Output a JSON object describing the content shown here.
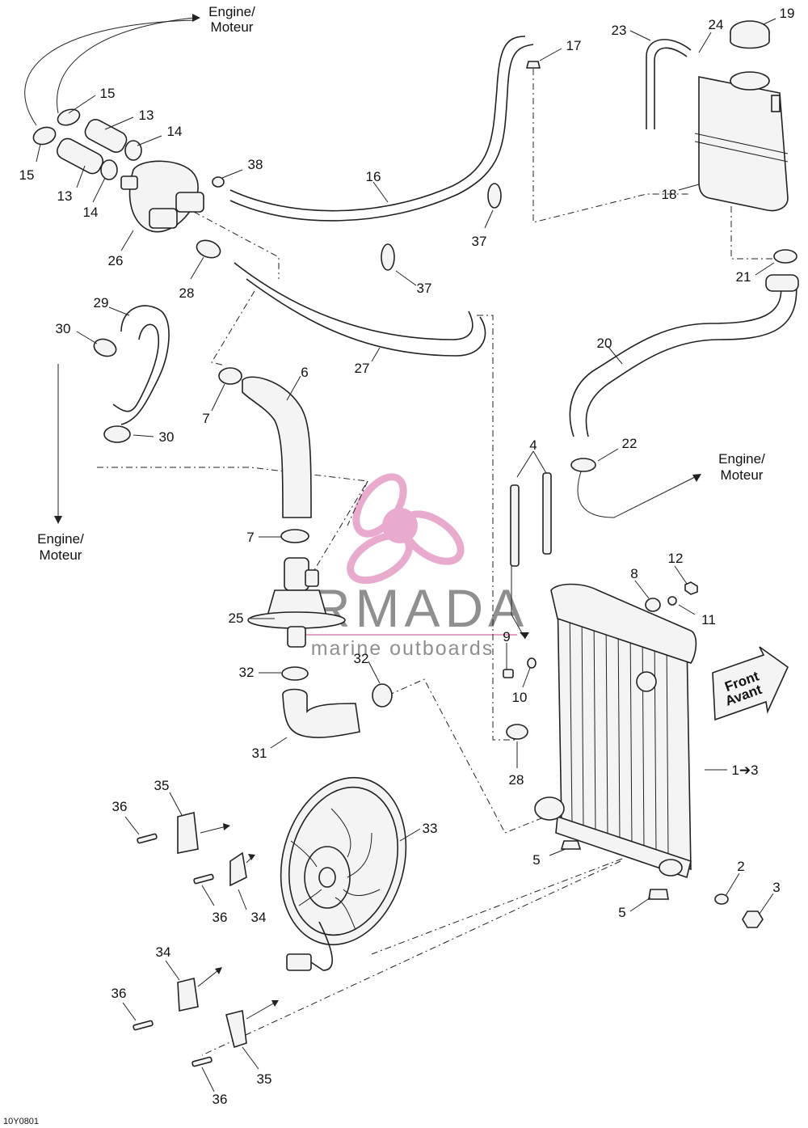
{
  "figure_code": "10Y0801",
  "watermark": {
    "brand": "ARMADA",
    "tagline": "marine outboards",
    "accent_color": "#e6a3c8"
  },
  "notes": {
    "engine_label_1": "Engine/",
    "engine_label_2": "Moteur",
    "front_label_1": "Front",
    "front_label_2": "Avant"
  },
  "callouts": [
    {
      "id": "c15a",
      "text": "15"
    },
    {
      "id": "c15b",
      "text": "15"
    },
    {
      "id": "c13a",
      "text": "13"
    },
    {
      "id": "c13b",
      "text": "13"
    },
    {
      "id": "c14a",
      "text": "14"
    },
    {
      "id": "c14b",
      "text": "14"
    },
    {
      "id": "c38",
      "text": "38"
    },
    {
      "id": "c26",
      "text": "26"
    },
    {
      "id": "c28a",
      "text": "28"
    },
    {
      "id": "c16",
      "text": "16"
    },
    {
      "id": "c17",
      "text": "17"
    },
    {
      "id": "c37a",
      "text": "37"
    },
    {
      "id": "c37b",
      "text": "37"
    },
    {
      "id": "c23",
      "text": "23"
    },
    {
      "id": "c24",
      "text": "24"
    },
    {
      "id": "c19",
      "text": "19"
    },
    {
      "id": "c18",
      "text": "18"
    },
    {
      "id": "c21",
      "text": "21"
    },
    {
      "id": "c20",
      "text": "20"
    },
    {
      "id": "c22",
      "text": "22"
    },
    {
      "id": "c29",
      "text": "29"
    },
    {
      "id": "c30a",
      "text": "30"
    },
    {
      "id": "c30b",
      "text": "30"
    },
    {
      "id": "c27",
      "text": "27"
    },
    {
      "id": "c6",
      "text": "6"
    },
    {
      "id": "c7a",
      "text": "7"
    },
    {
      "id": "c7b",
      "text": "7"
    },
    {
      "id": "c25",
      "text": "25"
    },
    {
      "id": "c32a",
      "text": "32"
    },
    {
      "id": "c32b",
      "text": "32"
    },
    {
      "id": "c31",
      "text": "31"
    },
    {
      "id": "c4",
      "text": "4"
    },
    {
      "id": "c12",
      "text": "12"
    },
    {
      "id": "c8",
      "text": "8"
    },
    {
      "id": "c11",
      "text": "11"
    },
    {
      "id": "c9",
      "text": "9"
    },
    {
      "id": "c10",
      "text": "10"
    },
    {
      "id": "c28b",
      "text": "28"
    },
    {
      "id": "c1to3",
      "text": "1➔3"
    },
    {
      "id": "c35a",
      "text": "35"
    },
    {
      "id": "c36a",
      "text": "36"
    },
    {
      "id": "c33",
      "text": "33"
    },
    {
      "id": "c36b",
      "text": "36"
    },
    {
      "id": "c34a",
      "text": "34"
    },
    {
      "id": "c5a",
      "text": "5"
    },
    {
      "id": "c5b",
      "text": "5"
    },
    {
      "id": "c2",
      "text": "2"
    },
    {
      "id": "c3",
      "text": "3"
    },
    {
      "id": "c34b",
      "text": "34"
    },
    {
      "id": "c36c",
      "text": "36"
    },
    {
      "id": "c36d",
      "text": "36"
    },
    {
      "id": "c35b",
      "text": "35"
    }
  ]
}
